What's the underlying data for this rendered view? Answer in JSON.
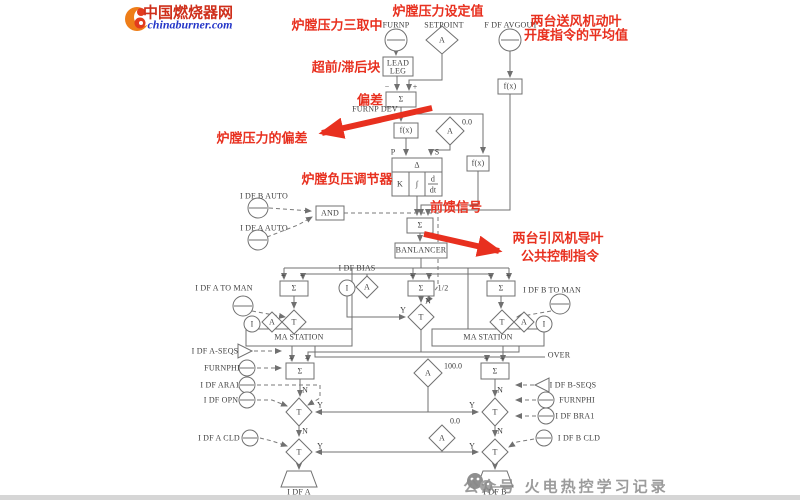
{
  "logo": {
    "title": "中国燃烧器网",
    "url": "chinaburner.com"
  },
  "notes": {
    "setpoint": "炉膛压力设定值",
    "median": "炉膛压力三取中",
    "fan_avg1": "两台送风机动叶",
    "fan_avg2": "开度指令的平均值",
    "leadlag": "超前/滞后块",
    "deviation": "偏差",
    "pressure_deviation": "炉膛压力的偏差",
    "regulator": "炉膛负压调节器",
    "feedforward": "前馈信号",
    "idfan1": "两台引风机导叶",
    "idfan2": "公共控制指令"
  },
  "sources": {
    "furnp": "FURNP",
    "setpoint": "SETPOINT",
    "avgout": "F DF AVGOUT",
    "idfb_auto": "I DF B AUTO",
    "idfa_auto": "I DF A AUTO",
    "idf_bias": "I DF BIAS",
    "idfa_toman": "I DF A TO MAN",
    "idfb_toman": "I DF B TO MAN",
    "idfa_seqs": "I DF A-SEQS",
    "furnphi": "FURNPHI",
    "idfa_ra1": "I DF ARA1",
    "idf_opn": "I DF OPN",
    "idfa_cld": "I DF A CLD",
    "idfb_seqs": "I DF B-SEQS",
    "idfb_ra1": "I DF BRA1",
    "idfb_cld": "I DF B CLD"
  },
  "blocks": {
    "lead1": "LEAD",
    "lead2": "LEG",
    "sum": "Σ",
    "fx": "f(x)",
    "and": "AND",
    "balancer": "BANLANCER",
    "ma": "MA STATION",
    "half": "1/2",
    "delta": "Δ",
    "gain": "K",
    "integral": "∫",
    "d_num": "d",
    "d_den": "dt",
    "analog": "A",
    "transfer": "T",
    "track": "I"
  },
  "labels": {
    "furnp_dev": "FURNP DEV",
    "over": "OVER",
    "p": "P",
    "s": "S",
    "n": "N",
    "y": "Y",
    "plus": "+",
    "minus": "−",
    "zero": "0.0",
    "hundred": "100.0",
    "out_a": "I DF A",
    "out_b": "I DF B"
  },
  "footer": {
    "text": "公众号 火电热控学习记录"
  },
  "colors": {
    "accent_red": "#e8301f",
    "line_gray": "#707070",
    "logo_orange": "#ee7d18",
    "logo_blue": "#2436c8"
  }
}
